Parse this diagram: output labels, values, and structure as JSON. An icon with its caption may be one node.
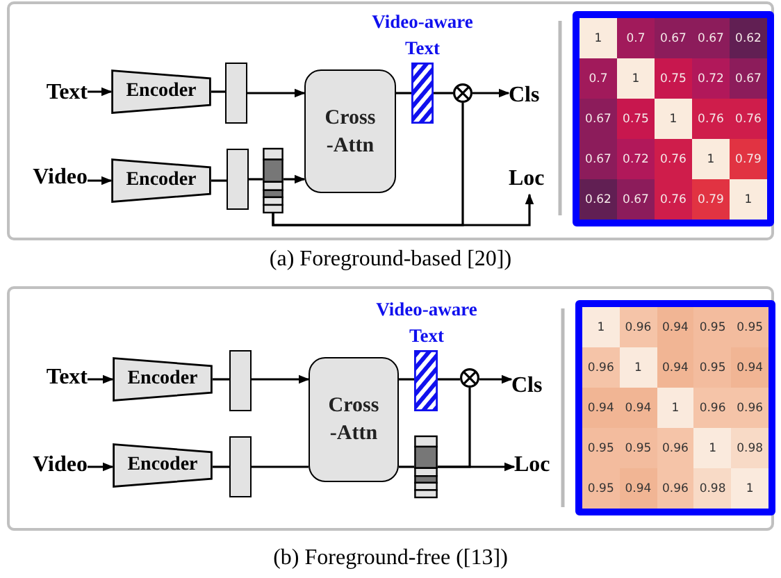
{
  "diagram": {
    "nodes": [
      {
        "text": [
          "Text"
        ]
      },
      {
        "text": [
          "Encoder"
        ]
      },
      {
        "text": [],
        "shape": "bar"
      },
      {
        "text": [
          "Video"
        ]
      },
      {
        "text": [
          "Encoder"
        ]
      },
      {
        "text": [],
        "shape": "bar"
      },
      {
        "text": [],
        "shape": "bar"
      },
      {
        "text": [
          "Cross -Attn"
        ]
      },
      {
        "text": [
          "Video-aware Text"
        ]
      },
      {
        "text": [],
        "shape": "circle"
      },
      {
        "text": [
          "Cls"
        ]
      },
      {
        "text": [
          "Loc"
        ]
      },
      {
        "text": [
          "Text"
        ]
      },
      {
        "text": [
          "Encoder"
        ]
      },
      {
        "text": [],
        "shape": "bar"
      },
      {
        "text": [
          "Video"
        ]
      },
      {
        "text": [
          "Encoder"
        ]
      },
      {
        "text": [],
        "shape": "bar"
      },
      {
        "text": [
          "Cross -Attn"
        ]
      },
      {
        "text": [
          "Video-aware Text"
        ]
      },
      {
        "text": [],
        "shape": "bar"
      },
      {
        "text": [],
        "shape": "circle"
      },
      {
        "text": [
          "Cls"
        ]
      },
      {
        "text": [
          "Loc"
        ]
      }
    ],
    "edges": [
      {
        "from": 0,
        "to": 1,
        "arrow": "to"
      },
      {
        "from": 1,
        "to": 2,
        "arrow": "none"
      },
      {
        "from": 2,
        "to": 7,
        "arrow": "to"
      },
      {
        "from": 3,
        "to": 4,
        "arrow": "to"
      },
      {
        "from": 4,
        "to": 5,
        "arrow": "none"
      },
      {
        "from": 5,
        "to": 6,
        "arrow": "none"
      },
      {
        "from": 6,
        "to": 7,
        "arrow": "to"
      },
      {
        "from": 7,
        "to": 8,
        "arrow": "none"
      },
      {
        "from": 8,
        "to": 9,
        "arrow": "none"
      },
      {
        "from": 9,
        "to": 10,
        "arrow": "to"
      },
      {
        "from": 6,
        "to": 11,
        "arrow": "to"
      },
      {
        "from": 6,
        "to": 9,
        "arrow": "none"
      },
      {
        "from": 12,
        "to": 13,
        "arrow": "to"
      },
      {
        "from": 13,
        "to": 14,
        "arrow": "none"
      },
      {
        "from": 14,
        "to": 18,
        "arrow": "to"
      },
      {
        "from": 15,
        "to": 16,
        "arrow": "to"
      },
      {
        "from": 16,
        "to": 17,
        "arrow": "none"
      },
      {
        "from": 17,
        "to": 18,
        "arrow": "none"
      },
      {
        "from": 18,
        "to": 19,
        "arrow": "none"
      },
      {
        "from": 19,
        "to": 21,
        "arrow": "none"
      },
      {
        "from": 21,
        "to": 22,
        "arrow": "to"
      },
      {
        "from": 18,
        "to": 20,
        "arrow": "none"
      },
      {
        "from": 20,
        "to": 23,
        "arrow": "to"
      },
      {
        "from": 20,
        "to": 21,
        "arrow": "none"
      }
    ],
    "labels": [
      "1",
      "0.7",
      "0.67",
      "0.67",
      "0.62",
      "0.7",
      "1",
      "0.75",
      "0.72",
      "0.67",
      "0.67",
      "0.75",
      "1",
      "0.76",
      "0.76",
      "0.67",
      "0.72",
      "0.76",
      "1",
      "0.79",
      "0.62",
      "0.67",
      "0.76",
      "0.79",
      "1",
      "(a) Foreground-based [20])",
      "1",
      "0.96",
      "0.94",
      "0.95",
      "0.95",
      "0.96",
      "1",
      "0.94",
      "0.95",
      "0.94",
      "0.94",
      "0.94",
      "1",
      "0.96",
      "0.96",
      "0.95",
      "0.95",
      "0.96",
      "1",
      "0.98",
      "0.95",
      "0.94",
      "0.96",
      "0.98",
      "1",
      "(b) Foreground-free ([13])"
    ]
  }
}
